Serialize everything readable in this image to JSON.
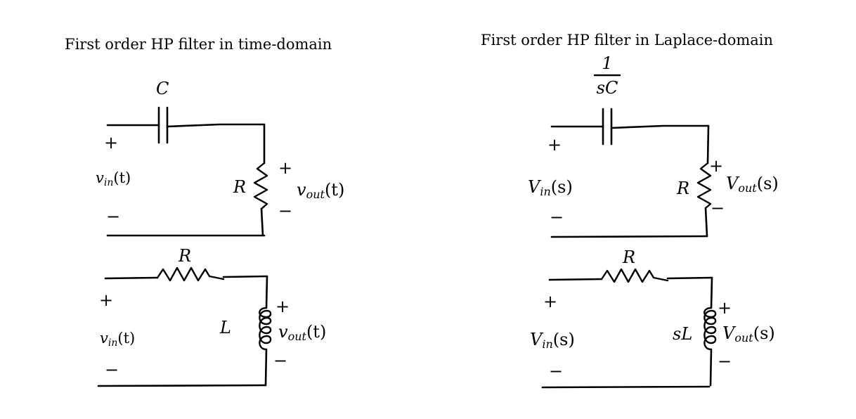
{
  "titles": {
    "time_domain": "First order HP filter in time-domain",
    "laplace_domain": "First order HP filter in Laplace-domain"
  },
  "signs": {
    "plus": "+",
    "minus": "−"
  },
  "circuits": {
    "time_rc": {
      "component_series": "C",
      "component_shunt": "R",
      "input_main": "v",
      "input_sub": "in",
      "input_arg": "(t)",
      "output_main": "v",
      "output_sub": "out",
      "output_arg": "(t)"
    },
    "time_rl": {
      "component_series": "R",
      "component_shunt": "L",
      "input_main": "v",
      "input_sub": "in",
      "input_arg": "(t)",
      "output_main": "v",
      "output_sub": "out",
      "output_arg": "(t)"
    },
    "laplace_rc": {
      "component_series_num": "1",
      "component_series_den": "sC",
      "component_shunt": "R",
      "input_main": "V",
      "input_sub": "in",
      "input_arg": "(s)",
      "output_main": "V",
      "output_sub": "out",
      "output_arg": "(s)"
    },
    "laplace_rl": {
      "component_series": "R",
      "component_shunt": "sL",
      "input_main": "V",
      "input_sub": "in",
      "input_arg": "(s)",
      "output_main": "V",
      "output_sub": "out",
      "output_arg": "(s)"
    }
  }
}
